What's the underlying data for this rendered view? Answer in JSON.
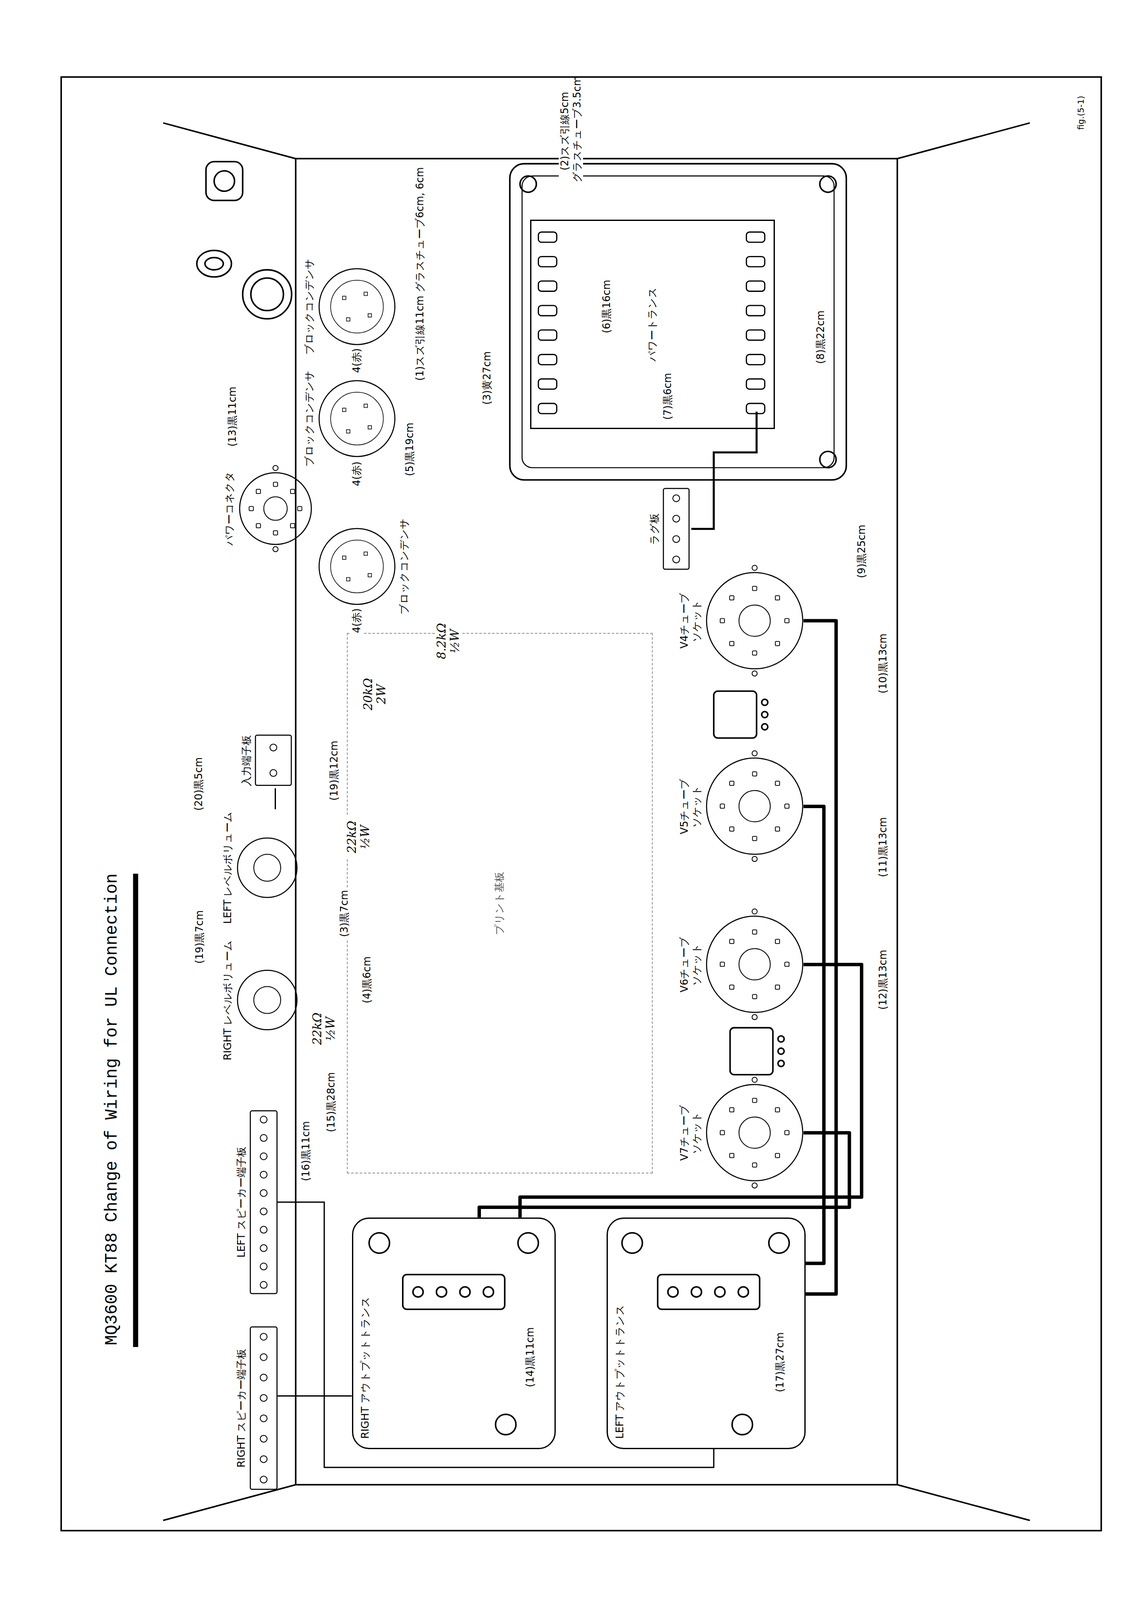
{
  "diagram": {
    "title": "MQ3600 KT88 Change of Wiring for UL Connection",
    "nodes": [
      {
        "text": [
          "パワートランス"
        ]
      },
      {
        "text": [
          "ブロックコンデンサ"
        ]
      },
      {
        "text": [
          "ブロックコンデンサ"
        ]
      },
      {
        "text": [
          "ブロックコンデンサ"
        ]
      },
      {
        "text": [
          "パワーコネクタ"
        ]
      },
      {
        "text": [
          "ラグ板"
        ]
      },
      {
        "text": [
          "V4チューブ ソケット"
        ]
      },
      {
        "text": [
          "V5チューブ ソケット"
        ]
      },
      {
        "text": [
          "V6チューブ ソケット"
        ]
      },
      {
        "text": [
          "V7チューブ ソケット"
        ]
      },
      {
        "text": [
          "プリント基板"
        ]
      },
      {
        "text": [
          "入力端子板"
        ]
      },
      {
        "text": [
          "LEFT レベルボリューム"
        ]
      },
      {
        "text": [
          "RIGHT レベルボリューム"
        ]
      },
      {
        "text": [
          "LEFT スピーカー端子板"
        ]
      },
      {
        "text": [
          "RIGHT スピーカー端子板"
        ]
      },
      {
        "text": [
          "RIGHT アウトプットトランス"
        ]
      },
      {
        "text": [
          "LEFT アウトプットトランス"
        ]
      }
    ],
    "edges": [
      {
        "from": 6,
        "to": 17,
        "arrow": "none"
      },
      {
        "from": 7,
        "to": 17,
        "arrow": "none"
      },
      {
        "from": 8,
        "to": 16,
        "arrow": "none"
      },
      {
        "from": 9,
        "to": 16,
        "arrow": "none"
      },
      {
        "from": 17,
        "to": 14,
        "arrow": "none"
      },
      {
        "from": 16,
        "to": 15,
        "arrow": "none"
      },
      {
        "from": 11,
        "to": 12,
        "arrow": "none"
      }
    ],
    "labels": [
      "fig.(5-1)",
      "(1)スズ引線11cm グラスチューブ6cm, 6cm",
      "(2)スズ引線5cm グラスチューブ3.5cm",
      "(3)黄27cm",
      "(5)黒19cm",
      "(6)黒16cm",
      "(7)黒6cm",
      "(8)黒22cm",
      "(9)黒25cm",
      "(10)黒13cm",
      "(11)黒13cm",
      "(12)黒13cm",
      "(13)黒11cm",
      "(20)黒5cm",
      "(19)黒12cm",
      "(19)黒7cm",
      "(3)黒7cm",
      "(4)黒6cm",
      "(15)黒28cm",
      "(16)黒11cm",
      "(14)黒11cm",
      "(17)黒27cm",
      "4(赤)",
      "4(赤)",
      "4(赤)",
      "20kΩ 2W",
      "8.2kΩ ½W",
      "22kΩ ½W",
      "22kΩ ½W"
    ]
  }
}
